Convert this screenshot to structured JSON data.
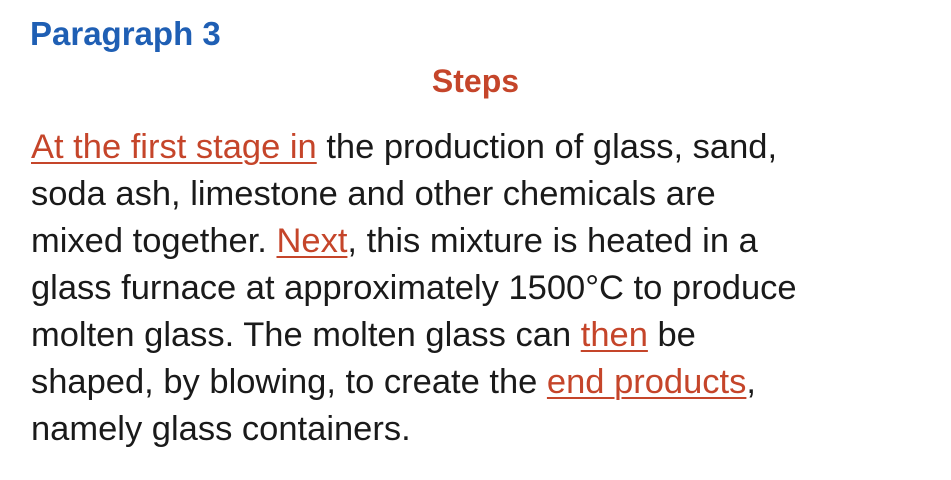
{
  "document": {
    "heading": "Paragraph 3",
    "subheading": "Steps",
    "lines": [
      [
        {
          "text": "At the first stage in",
          "highlight": true
        },
        {
          "text": " the production of glass, sand,",
          "highlight": false
        }
      ],
      [
        {
          "text": "soda ash, limestone and other chemicals are",
          "highlight": false
        }
      ],
      [
        {
          "text": "mixed together. ",
          "highlight": false
        },
        {
          "text": "Next",
          "highlight": true
        },
        {
          "text": ", this mixture is heated in a",
          "highlight": false
        }
      ],
      [
        {
          "text": "glass furnace at approximately 1500°C to produce",
          "highlight": false
        }
      ],
      [
        {
          "text": "molten glass. The molten glass can ",
          "highlight": false
        },
        {
          "text": "then",
          "highlight": true
        },
        {
          "text": " be",
          "highlight": false
        }
      ],
      [
        {
          "text": "shaped, by blowing, to create the ",
          "highlight": false
        },
        {
          "text": "end products",
          "highlight": true
        },
        {
          "text": ",",
          "highlight": false
        }
      ],
      [
        {
          "text": "namely glass containers.",
          "highlight": false
        }
      ]
    ]
  },
  "colors": {
    "heading": "#1f5fb4",
    "highlight": "#c5452a",
    "body_text": "#1a1a1a",
    "background": "#ffffff"
  }
}
